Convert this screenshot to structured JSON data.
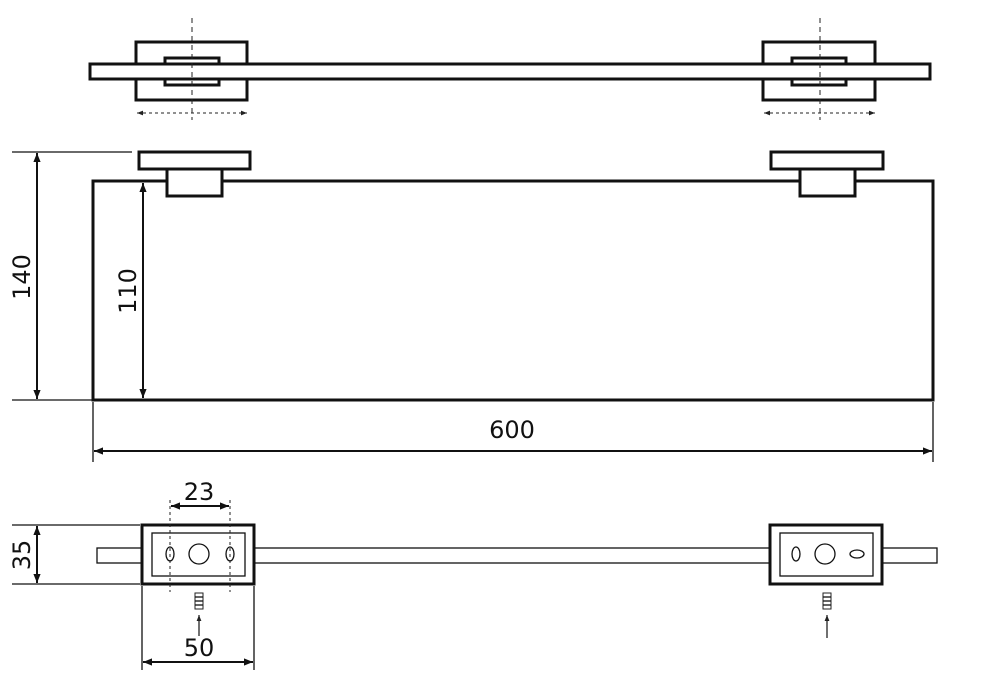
{
  "colors": {
    "line": "#111111",
    "background": "#ffffff"
  },
  "dimensions": {
    "height_total": "140",
    "height_shelf": "110",
    "length": "600",
    "bracket_hole_spacing": "23",
    "bracket_depth": "35",
    "bracket_width": "50"
  }
}
